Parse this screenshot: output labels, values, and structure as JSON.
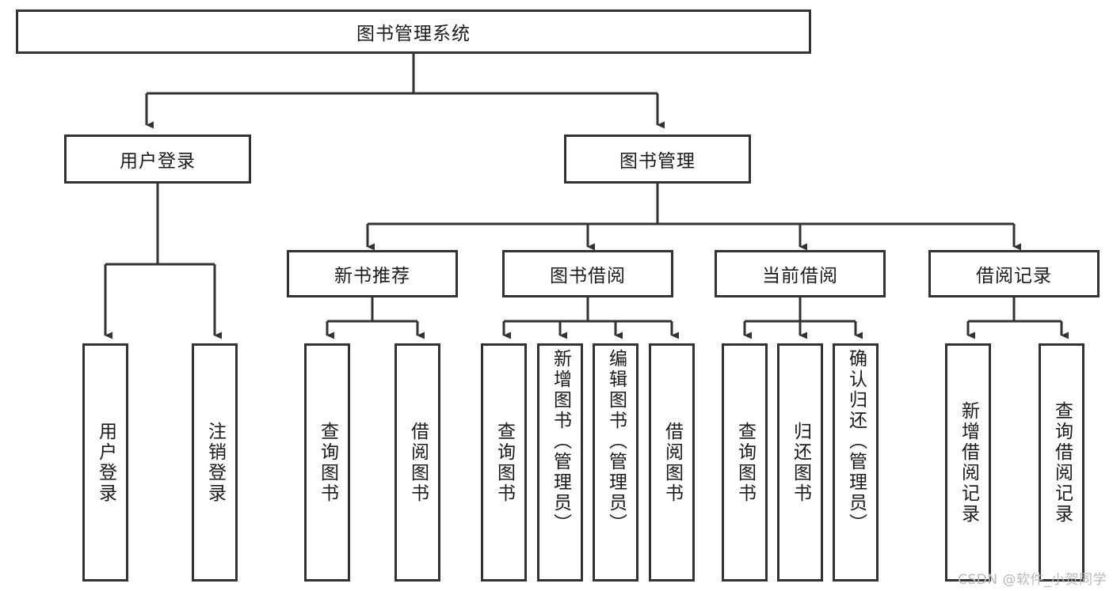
{
  "diagram": {
    "title": "图书管理系统",
    "type": "tree-hierarchy",
    "root": {
      "id": "root",
      "label": "图书管理系统"
    },
    "level2": [
      {
        "id": "user-login",
        "label": "用户登录"
      },
      {
        "id": "book-manage",
        "label": "图书管理"
      }
    ],
    "level3": [
      {
        "id": "new-book-rec",
        "label": "新书推荐",
        "parent": "book-manage"
      },
      {
        "id": "book-borrow",
        "label": "图书借阅",
        "parent": "book-manage"
      },
      {
        "id": "current-borrow",
        "label": "当前借阅",
        "parent": "book-manage"
      },
      {
        "id": "borrow-record",
        "label": "借阅记录",
        "parent": "book-manage"
      }
    ],
    "leaves": {
      "user_login": [
        {
          "id": "leaf-user-login",
          "label": "用户登录"
        },
        {
          "id": "leaf-logout",
          "label": "注销登录"
        }
      ],
      "new_book_rec": [
        {
          "id": "leaf-query-book-1",
          "label": "查询图书"
        },
        {
          "id": "leaf-borrow-book-1",
          "label": "借阅图书"
        }
      ],
      "book_borrow": [
        {
          "id": "leaf-query-book-2",
          "label": "查询图书"
        },
        {
          "id": "leaf-add-book",
          "label": "新增图书（管理员）"
        },
        {
          "id": "leaf-edit-book",
          "label": "编辑图书（管理员）"
        },
        {
          "id": "leaf-borrow-book-2",
          "label": "借阅图书"
        }
      ],
      "current_borrow": [
        {
          "id": "leaf-query-book-3",
          "label": "查询图书"
        },
        {
          "id": "leaf-return-book",
          "label": "归还图书"
        },
        {
          "id": "leaf-confirm-return",
          "label": "确认归还（管理员）"
        }
      ],
      "borrow_record": [
        {
          "id": "leaf-add-record",
          "label": "新增借阅记录"
        },
        {
          "id": "leaf-query-record",
          "label": "查询借阅记录"
        }
      ]
    }
  },
  "watermark": {
    "text": "CSDN @软件_小贺同学"
  },
  "colors": {
    "stroke": "#333333",
    "box_fill": "#ffffff",
    "text": "#1a1a1a",
    "watermark": "#b9b9b9",
    "background": "#ffffff"
  }
}
